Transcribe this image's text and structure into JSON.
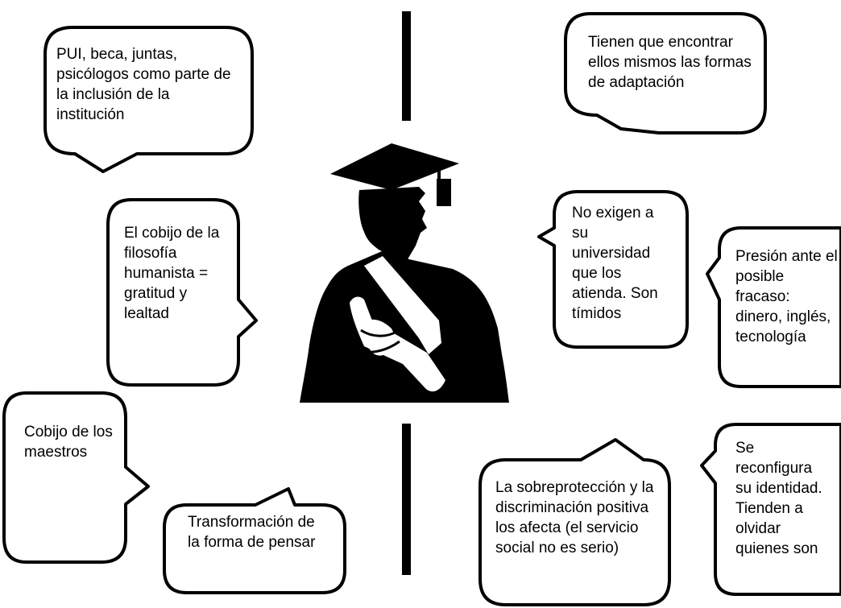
{
  "bubbles": {
    "pui": "PUI, beca, juntas,\npsicólogos como parte de\nla inclusión de la\ninstitución",
    "adaptacion": "Tienen que encontrar\nellos mismos las formas\nde adaptación",
    "filosofia": "El cobijo de la\nfilosofía\nhumanista =\ngratitud y\nlealtad",
    "no_exigen": "No exigen a\nsu\nuniversidad\nque los\natienda. Son\ntímidos",
    "presion": "Presión ante el\nposible\nfracaso:\ndinero, inglés,\ntecnología",
    "maestros": "Cobijo de los\nmaestros",
    "transformacion": "Transformación de\nla forma de pensar",
    "sobreproteccion": "La sobreprotección y la\ndiscriminación positiva\nlos afecta (el servicio\nsocial no es serio)",
    "identidad": "Se\nreconfigura\nsu identidad.\nTienden a\nolvidar\nquienes son"
  },
  "icons": {
    "central_figure": "graduate-silhouette-icon"
  },
  "colors": {
    "ink": "#000000",
    "paper": "#ffffff"
  }
}
